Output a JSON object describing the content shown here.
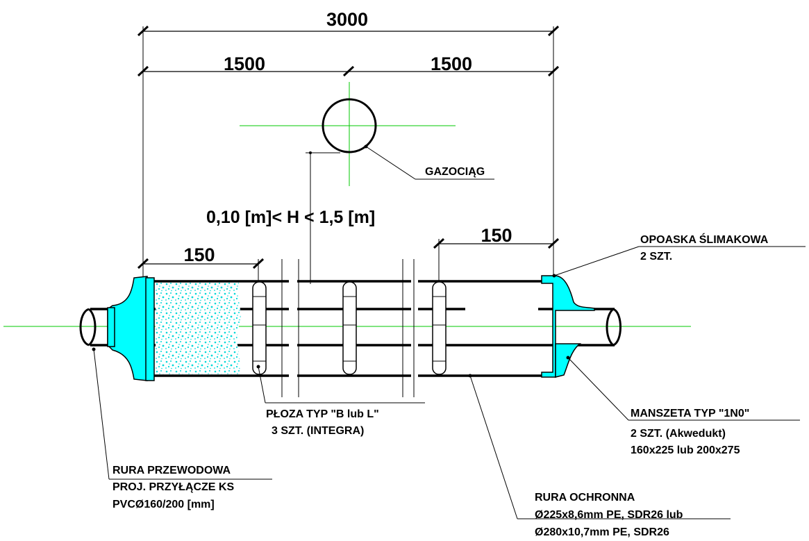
{
  "dimensions": {
    "total": "3000",
    "half_left": "1500",
    "half_right": "1500",
    "left_offset": "150",
    "right_offset": "150"
  },
  "depth_range": "0,10 [m]< H < 1,5 [m]",
  "labels": {
    "gas_pipe": "GAZOCIĄG",
    "band_line1": "OPOASKA ŚLIMAKOWA",
    "band_line2": "2 SZT.",
    "skid_line1": "PŁOZA TYP \"B lub L\"",
    "skid_line2": "3 SZT. (INTEGRA)",
    "sleeve_line1": "MANSZETA TYP \"1N0\"",
    "sleeve_line2": "2 SZT. (Akwedukt)",
    "sleeve_line3": "160x225 lub 200x275",
    "carrier_line1": "RURA PRZEWODOWA",
    "carrier_line2": "PROJ. PRZYŁĄCZE KS",
    "carrier_line3": "PVCØ160/200 [mm]",
    "casing_line1": "RURA OCHRONNA",
    "casing_line2": "Ø225x8,6mm PE, SDR26 lub",
    "casing_line3": "Ø280x10,7mm PE, SDR26"
  },
  "colors": {
    "fill": "#00ffff",
    "axis": "#00c800",
    "line": "#000000"
  }
}
